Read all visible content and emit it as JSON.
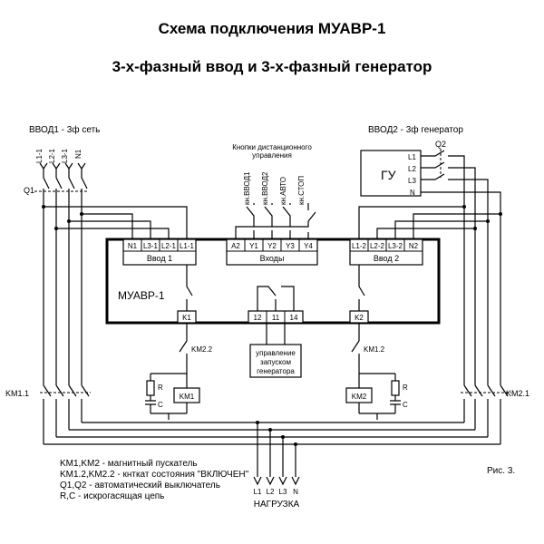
{
  "title": "Схема подключения МУАВР-1",
  "subtitle": "3-х-фазный ввод и 3-х-фазный генератор",
  "input1": {
    "caption": "ВВОД1 - 3ф сеть",
    "lines": [
      "L1-1",
      "L2-1",
      "L3-1",
      "N1"
    ],
    "breaker": "Q1",
    "contactor": "KM1.1"
  },
  "input2": {
    "caption": "ВВОД2 - 3ф генератор",
    "breaker": "Q2",
    "generator": "ГУ",
    "gen_lines": [
      "L1",
      "L2",
      "L3",
      "N"
    ],
    "contactor": "KM2.1"
  },
  "buttons": {
    "caption_line1": "Кнопки дистанционного",
    "caption_line2": "управления",
    "labels": [
      "кн.ВВОД1",
      "кн.ВВОД2",
      "кн.АВТО",
      "кн.СТОП"
    ]
  },
  "device": {
    "name": "МУАВР-1",
    "vvod1_terminals": [
      "N1",
      "L3-1",
      "L2-1",
      "L1-1"
    ],
    "vvod1_label": "Ввод 1",
    "inputs_terminals": [
      "A2",
      "Y1",
      "Y2",
      "Y3",
      "Y4"
    ],
    "inputs_label": "Входы",
    "vvod2_terminals": [
      "L1-2",
      "L2-2",
      "L3-2",
      "N2"
    ],
    "vvod2_label": "Ввод 2",
    "k1": "K1",
    "k2": "K2",
    "relay_terminals": [
      "12",
      "11",
      "14"
    ]
  },
  "generator_control": {
    "line1": "управление",
    "line2": "запуском",
    "line3": "генератора"
  },
  "left_coil": {
    "aux": "KM2.2",
    "r": "R",
    "c": "C",
    "coil": "KM1"
  },
  "right_coil": {
    "aux": "KM1.2",
    "r": "R",
    "c": "C",
    "coil": "KM2"
  },
  "load": {
    "lines": [
      "L1",
      "L2",
      "L3",
      "N"
    ],
    "label": "НАГРУЗКА"
  },
  "legend": [
    "KM1,KM2 - магнитный пускатель",
    "KM1.2,KM2.2 - кнткат состояния \"ВКЛЮЧЕН\"",
    "Q1,Q2 - автоматический выключатель",
    "R,C - искрогасящая цепь"
  ],
  "figure_label": "Рис. 3."
}
